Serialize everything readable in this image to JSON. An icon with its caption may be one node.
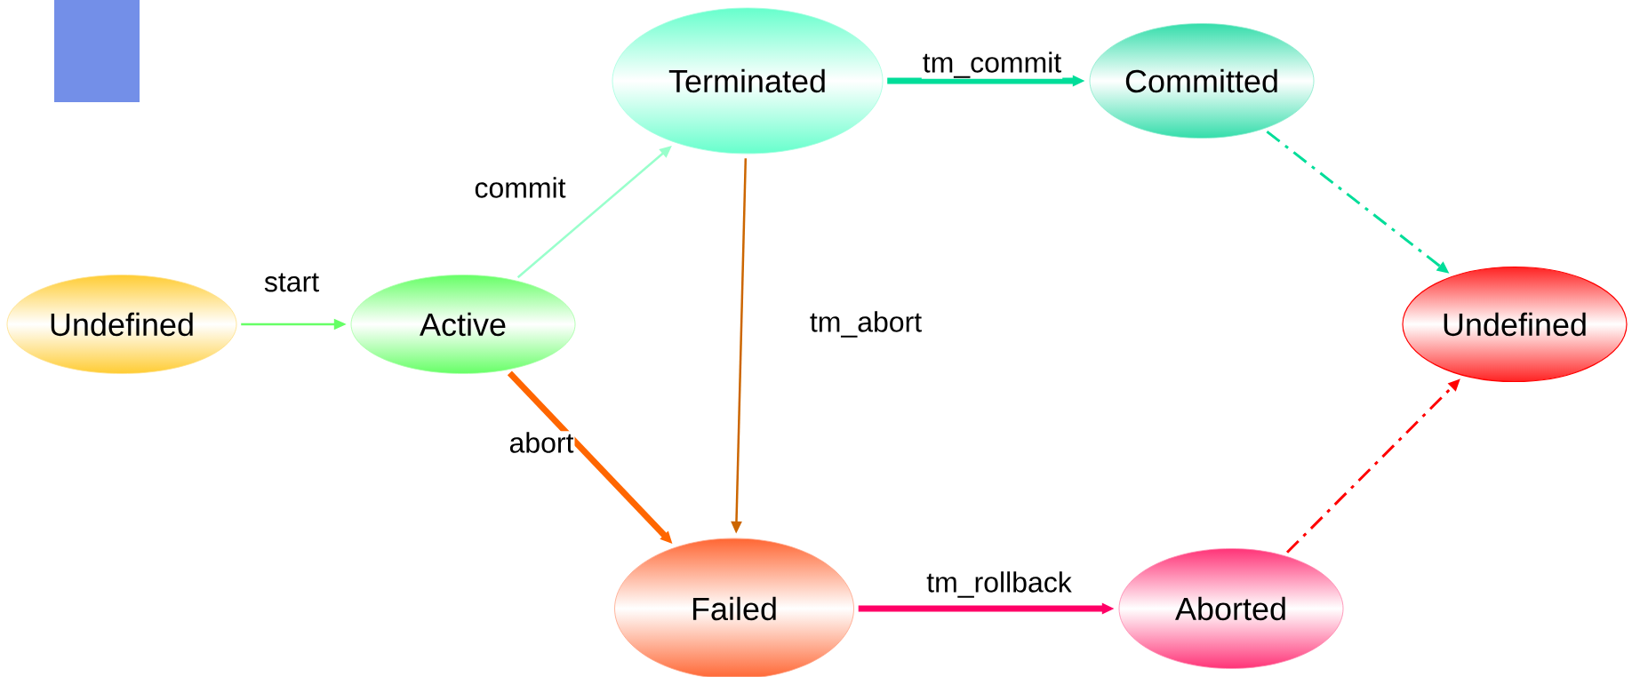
{
  "diagram": {
    "nodes": [
      {
        "text": [
          "Undefined"
        ]
      },
      {
        "text": [
          "Active"
        ]
      },
      {
        "text": [
          "Terminated"
        ]
      },
      {
        "text": [
          "Committed"
        ]
      },
      {
        "text": [
          "Undefined"
        ]
      },
      {
        "text": [
          "Failed"
        ]
      },
      {
        "text": [
          "Aborted"
        ]
      }
    ],
    "edges": [
      {
        "from": 0,
        "to": 1,
        "arrow": "to",
        "label": "start",
        "color": "#66ff66"
      },
      {
        "from": 1,
        "to": 2,
        "arrow": "to",
        "label": "commit",
        "color": "#99ffcc"
      },
      {
        "from": 2,
        "to": 3,
        "arrow": "to",
        "label": "tm_commit",
        "style": "thick",
        "color": "#00dd99"
      },
      {
        "from": 2,
        "to": 5,
        "arrow": "to",
        "label": "tm_abort",
        "color": "#cc6600"
      },
      {
        "from": 1,
        "to": 5,
        "arrow": "to",
        "label": "abort",
        "style": "thick",
        "color": "#ff6600"
      },
      {
        "from": 5,
        "to": 6,
        "arrow": "to",
        "label": "tm_rollback",
        "style": "thick",
        "color": "#ff0066"
      },
      {
        "from": 3,
        "to": 4,
        "arrow": "to",
        "style": "dashed",
        "color": "#00dd99"
      },
      {
        "from": 6,
        "to": 4,
        "arrow": "to",
        "style": "dashed",
        "color": "#ff0000"
      }
    ]
  }
}
